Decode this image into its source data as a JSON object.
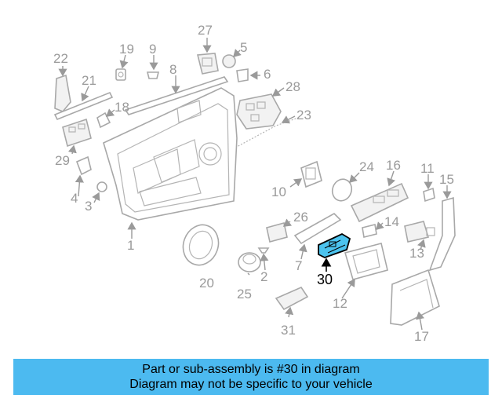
{
  "callouts": {
    "n1": "1",
    "n2": "2",
    "n3": "3",
    "n4": "4",
    "n5": "5",
    "n6": "6",
    "n7": "7",
    "n8": "8",
    "n9": "9",
    "n10": "10",
    "n11": "11",
    "n12": "12",
    "n13": "13",
    "n14": "14",
    "n15": "15",
    "n16": "16",
    "n17": "17",
    "n18": "18",
    "n19": "19",
    "n20": "20",
    "n21": "21",
    "n22": "22",
    "n23": "23",
    "n24": "24",
    "n25": "25",
    "n26": "26",
    "n27": "27",
    "n28": "28",
    "n29": "29",
    "n30": "30",
    "n31": "31"
  },
  "highlight": {
    "callout": "30",
    "color": "#4cc3ee"
  },
  "banner": {
    "line1": "Part or sub-assembly is #30 in diagram",
    "line2": "Diagram may not be specific to your vehicle",
    "color": "#4cbaf0"
  }
}
